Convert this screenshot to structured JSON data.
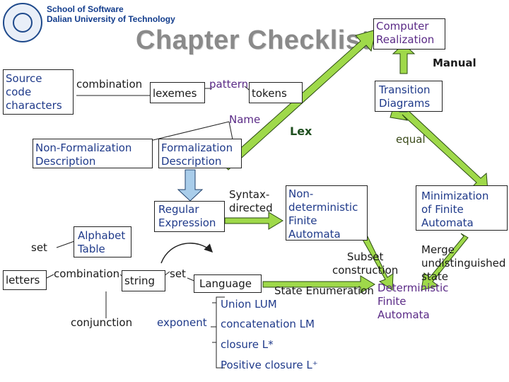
{
  "header": {
    "line1": "School of Software",
    "line2": "Dalian University of Technology"
  },
  "title": "Chapter Checklist",
  "nodes": {
    "computer": "Computer\nRealization",
    "manual": "Manual",
    "source": "Source\ncode\ncharacters",
    "combination1": "combination",
    "lexemes": "lexemes",
    "pattern": "pattern",
    "tokens": "tokens",
    "transition": "Transition\nDiagrams",
    "name": "Name",
    "lex": "Lex",
    "equal": "equal",
    "nonformal": "Non-Formalization\nDescription",
    "formal": "Formalization\nDescription",
    "regex": "Regular\nExpression",
    "syntax": "Syntax-\ndirected",
    "nfa": "Non-\ndeterministic\nFinite\nAutomata",
    "minimization": "Minimization\nof Finite\nAutomata",
    "set1": "set",
    "alphabet": "Alphabet\nTable",
    "merge": "Merge\nundistinguished\nstate",
    "subset": "Subset\nconstruction",
    "letters": "letters",
    "combination2": "combination",
    "string": "string",
    "set2": "set",
    "language": "Language",
    "state_enum": "State Enumeration",
    "dfa": "Deterministic\nFinite\nAutomata",
    "union": "Union  LUM",
    "conjunction": "conjunction",
    "exponent": "exponent",
    "concatenation": "concatenation LM",
    "closure": "closure   L*",
    "positive": "Positive closure L⁺"
  },
  "colors": {
    "arrow_fill": "#9fd94a",
    "arrow_fill_blue": "#a9cdea",
    "line": "#222222",
    "title": "#8a8a8a"
  }
}
